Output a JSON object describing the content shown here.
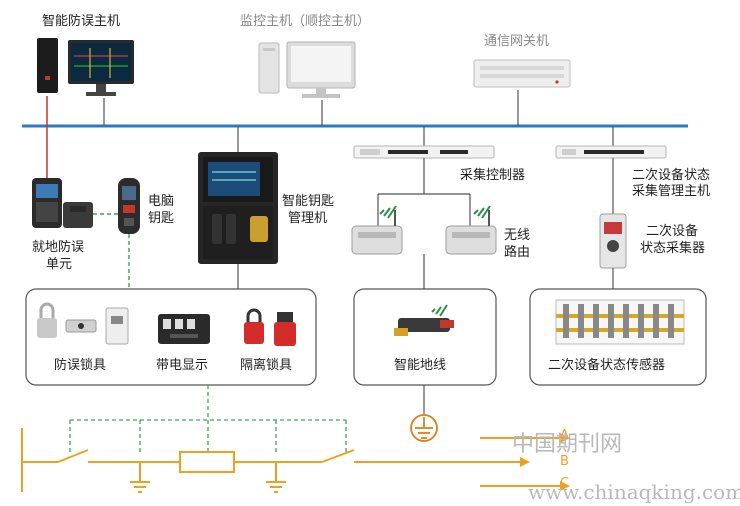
{
  "labels": {
    "anti_misop_host": "智能防误主机",
    "monitor_host": "监控主机（顺控主机）",
    "comm_gateway": "通信网关机",
    "collection_controller": "采集控制器",
    "secondary_state_host_line1": "二次设备状态",
    "secondary_state_host_line2": "采集管理主机",
    "local_unit_line1": "就地防误",
    "local_unit_line2": "单元",
    "computer_key_line1": "电脑",
    "computer_key_line2": "钥匙",
    "key_manager_line1": "智能钥匙",
    "key_manager_line2": "管理机",
    "wireless_router_line1": "无线",
    "wireless_router_line2": "路由",
    "secondary_collector_line1": "二次设备",
    "secondary_collector_line2": "状态采集器",
    "anti_misop_lock": "防误锁具",
    "live_display": "带电显示",
    "isolation_lock": "隔离锁具",
    "smart_ground": "智能地线",
    "secondary_sensor": "二次设备状态传感器"
  },
  "phases": [
    "A",
    "B",
    "C"
  ],
  "watermark": {
    "line1": "中国期刊网",
    "line2": "www.chinaqking.com"
  },
  "colors": {
    "network_bus": "#2b7bbf",
    "power_line": "#f0a020",
    "signal_dashed": "#3aa35a",
    "device_dark": "#2e2e2e",
    "device_gray": "#d8d8d8",
    "ground_symbol": "#e07d1a"
  }
}
